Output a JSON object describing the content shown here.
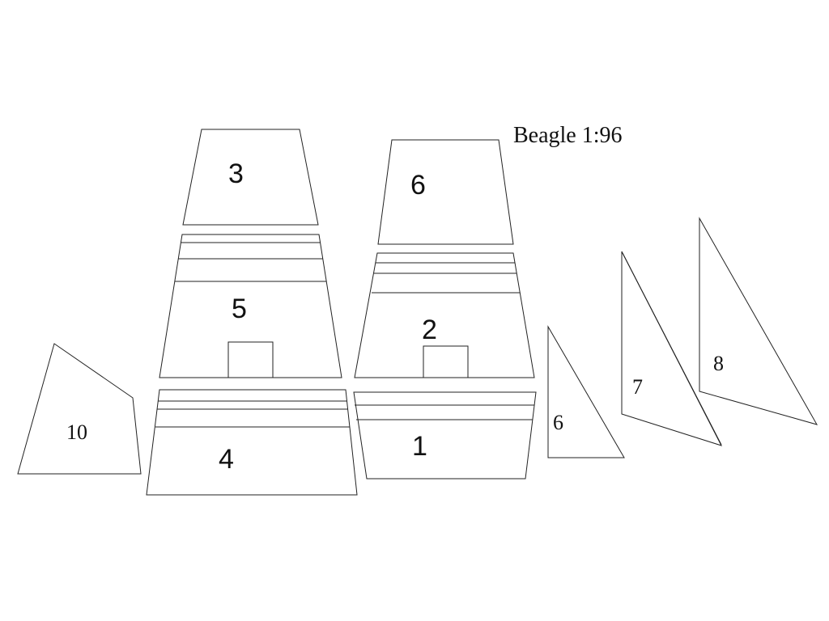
{
  "title": "Beagle 1:96",
  "pieces": {
    "p3": "3",
    "p6top": "6",
    "p5": "5",
    "p2": "2",
    "p4": "4",
    "p1": "1",
    "p10": "10",
    "p6tri": "6",
    "p7": "7",
    "p8": "8"
  },
  "colors": {
    "line": "#222222",
    "background": "#ffffff"
  }
}
